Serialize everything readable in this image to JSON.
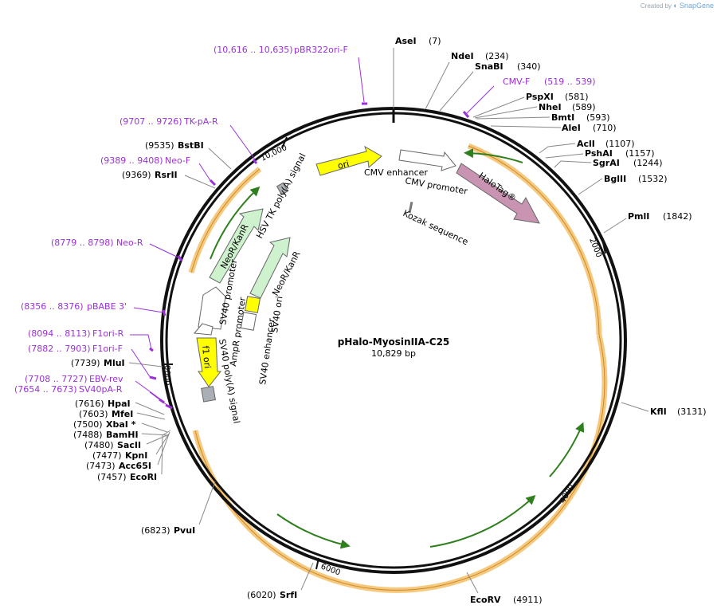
{
  "credit": {
    "text": "Created by",
    "brand": "SnapGene"
  },
  "plasmid": {
    "name": "pHalo-MyosinIIA-C25",
    "size_label": "10,829 bp",
    "length": 10829
  },
  "ticks": [
    "2000",
    "4000",
    "6000",
    "8000",
    "10,000"
  ],
  "sites": [
    {
      "name": "AseI",
      "pos": "(7)"
    },
    {
      "name": "NdeI",
      "pos": "(234)"
    },
    {
      "name": "SnaBI",
      "pos": "(340)"
    },
    {
      "name": "PspXI",
      "pos": "(581)"
    },
    {
      "name": "NheI",
      "pos": "(589)"
    },
    {
      "name": "BmtI",
      "pos": "(593)"
    },
    {
      "name": "AleI",
      "pos": "(710)"
    },
    {
      "name": "AclI",
      "pos": "(1107)"
    },
    {
      "name": "PshAI",
      "pos": "(1157)"
    },
    {
      "name": "SgrAI",
      "pos": "(1244)"
    },
    {
      "name": "BglII",
      "pos": "(1532)"
    },
    {
      "name": "PmlI",
      "pos": "(1842)"
    },
    {
      "name": "KflI",
      "pos": "(3131)"
    },
    {
      "name": "EcoRV",
      "pos": "(4911)"
    },
    {
      "name": "SrfI",
      "pos": "(6020)"
    },
    {
      "name": "PvuI",
      "pos": "(6823)"
    },
    {
      "name": "EcoRI",
      "pos": "(7457)"
    },
    {
      "name": "Acc65I",
      "pos": "(7473)"
    },
    {
      "name": "KpnI",
      "pos": "(7477)"
    },
    {
      "name": "SacII",
      "pos": "(7480)"
    },
    {
      "name": "BamHI",
      "pos": "(7488)"
    },
    {
      "name": "XbaI *",
      "pos": "(7500)"
    },
    {
      "name": "MfeI",
      "pos": "(7603)"
    },
    {
      "name": "HpaI",
      "pos": "(7616)"
    },
    {
      "name": "MluI",
      "pos": "(7739)"
    },
    {
      "name": "RsrII",
      "pos": "(9369)"
    },
    {
      "name": "BstBI",
      "pos": "(9535)"
    }
  ],
  "primers": [
    {
      "name": "pBR322ori-F",
      "range": "(10,616 .. 10,635)"
    },
    {
      "name": "CMV-F",
      "range": "(519 .. 539)"
    },
    {
      "name": "TK-pA-R",
      "range": "(9707 .. 9726)"
    },
    {
      "name": "Neo-F",
      "range": "(9389 .. 9408)"
    },
    {
      "name": "Neo-R",
      "range": "(8779 .. 8798)"
    },
    {
      "name": "pBABE 3'",
      "range": "(8356 .. 8376)"
    },
    {
      "name": "F1ori-R",
      "range": "(8094 .. 8113)"
    },
    {
      "name": "F1ori-F",
      "range": "(7882 .. 7903)"
    },
    {
      "name": "EBV-rev",
      "range": "(7708 .. 7727)"
    },
    {
      "name": "SV40pA-R",
      "range": "(7654 .. 7673)"
    }
  ],
  "features": {
    "ori": "ori",
    "cmv_enhancer": "CMV enhancer",
    "cmv_promoter": "CMV promoter",
    "kozak": "Kozak sequence",
    "halotag": "HaloTag®",
    "hsv_tk": "HSV TK poly(A) signal",
    "neokanr_outer": "NeoR/KanR",
    "neokanr_inner": "NeoR/KanR",
    "sv40_promoter": "SV40 promoter",
    "ampr_promoter": "AmpR promoter",
    "sv40_ori": "SV40 ori",
    "sv40_enhancer": "SV40 enhancer",
    "f1_ori": "f1 ori",
    "sv40_polya": "SV40 poly(A) signal"
  },
  "colors": {
    "primer": "#9b30d9",
    "ori": "#ffff00",
    "halotag": "#c993b2",
    "neokanr": "#cdf2cd",
    "orf_band": "#f6c97e",
    "orf_arrow": "#2f7f1e"
  }
}
